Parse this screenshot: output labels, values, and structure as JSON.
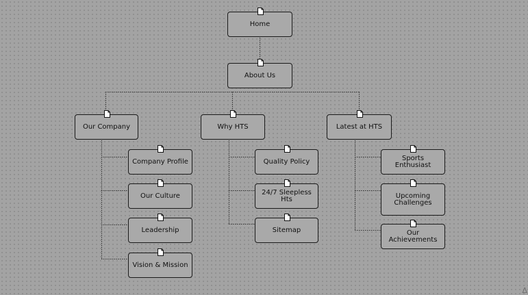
{
  "nodes": {
    "home": "Home",
    "about": "About Us",
    "our_company": "Our Company",
    "why_hts": "Why HTS",
    "latest": "Latest at HTS",
    "company_profile": "Company Profile",
    "our_culture": "Our Culture",
    "leadership": "Leadership",
    "vision": "Vision & Mission",
    "quality": "Quality Policy",
    "sleepless": "24/7 Sleepless Hts",
    "sitemap": "Sitemap",
    "sports": "Sports Enthusiast",
    "upcoming": "Upcoming Challenges",
    "achievements": "Our Achievements"
  },
  "icons": {
    "page": "page-icon",
    "corner": "warning-triangle-icon"
  },
  "colors": {
    "background": "#a3a3a3",
    "node_fill": "#a9a9a9",
    "node_border": "#1a1a1a",
    "connector": "#333333"
  },
  "corner_glyph": "Δ"
}
